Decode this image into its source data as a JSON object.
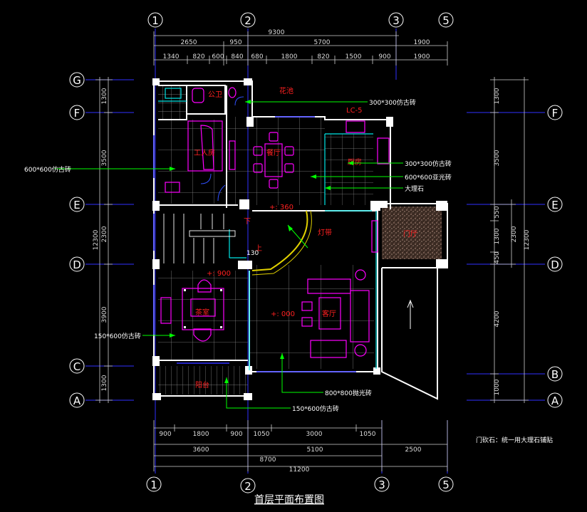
{
  "title": "首层平面布置图",
  "note": "门砍石：统一用大理石铺贴",
  "grid_bubbles": {
    "top": [
      "1",
      "2",
      "3",
      "5"
    ],
    "bottom": [
      "1",
      "2",
      "3",
      "5"
    ],
    "left": [
      "G",
      "F",
      "E",
      "D",
      "C",
      "A"
    ],
    "right": [
      "F",
      "E",
      "D",
      "B",
      "A"
    ]
  },
  "dims": {
    "top_total": "9300",
    "top_row2": [
      "2650",
      "950",
      "5700",
      "1900"
    ],
    "top_row3": [
      "1340",
      "820",
      "600",
      "840",
      "680",
      "1800",
      "820",
      "1500",
      "900",
      "1900"
    ],
    "bottom_row1": [
      "900",
      "1800",
      "900",
      "1050",
      "3000",
      "1050"
    ],
    "bottom_row2": [
      "3600",
      "5100",
      "2500"
    ],
    "bottom_row3": "8700",
    "bottom_total": "11200",
    "left_seg": [
      "1300",
      "3500",
      "2300",
      "3900",
      "1300"
    ],
    "left_total": "12300",
    "right_seg": [
      "1300",
      "3500",
      "550",
      "1300",
      "450",
      "4200",
      "1000"
    ],
    "right_sub": "2300",
    "right_total": "12300"
  },
  "rooms": {
    "gongwei": "公卫",
    "huachi": "花池",
    "canting": "餐厅",
    "chufang": "厨房",
    "gongrenfang": "工人房",
    "chashi": "茶室",
    "keting": "客厅",
    "menting": "门厅",
    "yangtai": "阳台",
    "xia": "下",
    "shang": "上",
    "dengdai": "灯带"
  },
  "window_tag": "LC-5",
  "levels": {
    "l360": "+: 360",
    "l900": "+: 900",
    "l000": "+: 000",
    "step": "130"
  },
  "callouts": {
    "c1": "300*300仿古砖",
    "c2": "300*300仿古砖",
    "c3": "600*600亚光砖",
    "c4": "大理石",
    "c5": "600*600仿古砖",
    "c6": "150*600仿古砖",
    "c7": "800*800抛光砖",
    "c8": "150*600仿古砖"
  },
  "colors": {
    "wall": "#ffffff",
    "furniture": "#ff00ff",
    "tile": "#8a8a8a",
    "axis": "#3030ff",
    "leader": "#00ff00",
    "label": "#ff2020",
    "cyan": "#00e5e5"
  }
}
